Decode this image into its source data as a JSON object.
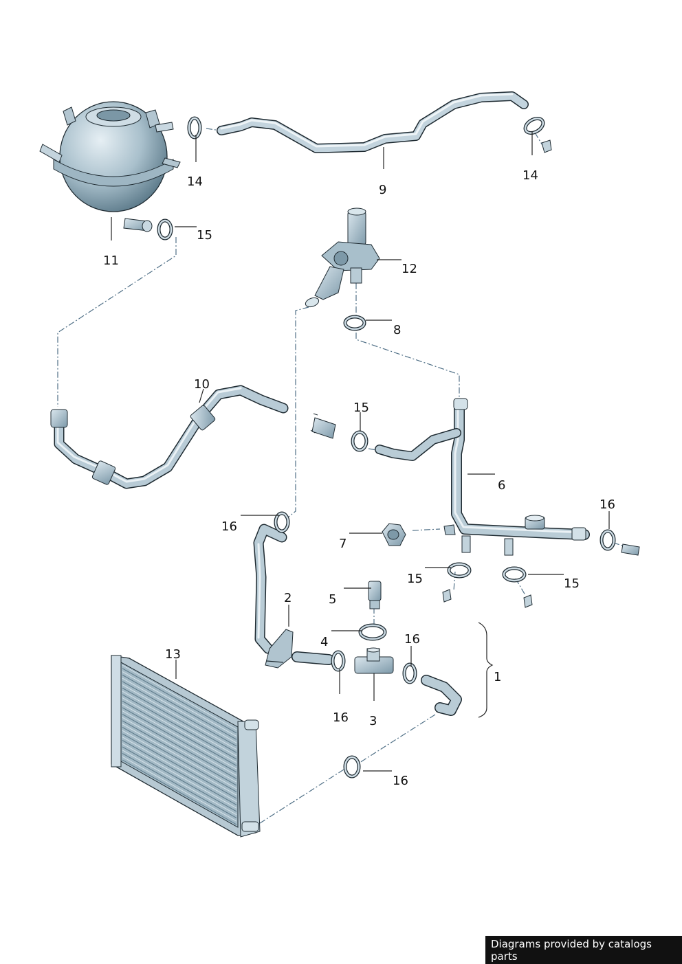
{
  "callouts": {
    "p1": "1",
    "p2": "2",
    "p3": "3",
    "p4": "4",
    "p5": "5",
    "p6": "6",
    "p7": "7",
    "p8": "8",
    "p9": "9",
    "p10": "10",
    "p11": "11",
    "p12": "12",
    "p13": "13",
    "p14a": "14",
    "p14b": "14",
    "p15a": "15",
    "p15b": "15",
    "p15c": "15",
    "p15d": "15",
    "p16a": "16",
    "p16b": "16",
    "p16c": "16",
    "p16d": "16",
    "p16e": "16"
  },
  "footer": {
    "text": "Diagrams provided by catalogs parts"
  },
  "colors": {
    "part_light": "#dfeaf0",
    "part_mid": "#9fb8c6",
    "part_dark": "#53707f",
    "outline": "#1e2a31",
    "leader_line": "#222222",
    "dash_line": "#4f6f86",
    "footer_bg": "#111111",
    "footer_text": "#ffffff"
  }
}
